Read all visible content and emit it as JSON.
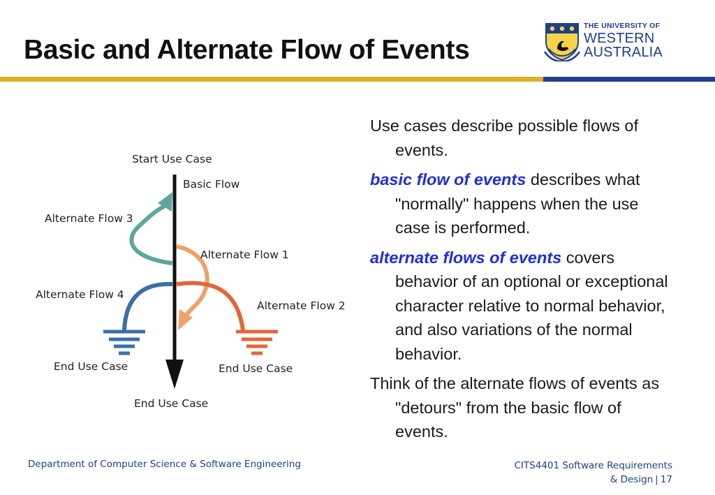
{
  "header": {
    "title": "Basic and Alternate Flow of Events"
  },
  "logo": {
    "line1": "THE UNIVERSITY OF",
    "line2": "WESTERN",
    "line3": "AUSTRALIA"
  },
  "diagram": {
    "labels": {
      "start": "Start Use Case",
      "basic": "Basic Flow",
      "alt3": "Alternate Flow 3",
      "alt1": "Alternate Flow 1",
      "alt4": "Alternate Flow 4",
      "alt2": "Alternate Flow 2",
      "end_left": "End Use Case",
      "end_right": "End Use Case",
      "end_bottom": "End Use Case"
    },
    "colors": {
      "basic": "#111111",
      "alt3": "#5fa59c",
      "alt1": "#f0a06a",
      "alt4": "#3a6fa8",
      "alt2": "#e0673a"
    }
  },
  "content": {
    "p1": "Use cases describe possible flows of events.",
    "p2_key": "basic flow of events",
    "p2_rest": " describes what \"normally\" happens when the use case is performed.",
    "p3_key": "alternate flows of events",
    "p3_rest": " covers behavior of an optional or exceptional character relative to normal behavior, and also variations of the normal behavior.",
    "p4": "Think of the alternate flows of events as \"detours\" from the basic flow of events."
  },
  "footer": {
    "department": "Department of Computer Science & Software Engineering",
    "course_line1": "CITS4401 Software Requirements",
    "course_line2": "& Design",
    "page": "17"
  }
}
